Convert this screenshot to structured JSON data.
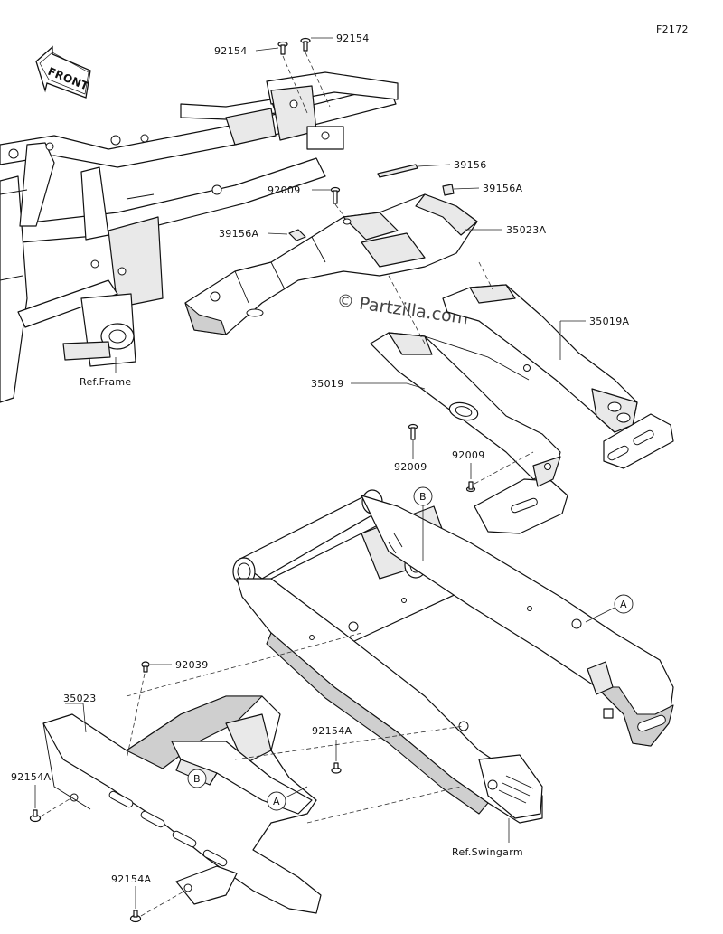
{
  "figure_code": "F2172",
  "front_label": "FRONT",
  "watermark": "© Partzilla.com",
  "reference_labels": {
    "frame": "Ref.Frame",
    "swingarm": "Ref.Swingarm"
  },
  "callouts": [
    {
      "id": "bolt_left_top",
      "part": "92154"
    },
    {
      "id": "bolt_right_top",
      "part": "92154"
    },
    {
      "id": "pad_long",
      "part": "39156"
    },
    {
      "id": "pad_small_right",
      "part": "39156A"
    },
    {
      "id": "bolt_under_seat",
      "part": "92009"
    },
    {
      "id": "pad_small_left",
      "part": "39156A"
    },
    {
      "id": "tray",
      "part": "35023A"
    },
    {
      "id": "guard_right",
      "part": "35019A"
    },
    {
      "id": "guard_left",
      "part": "35019"
    },
    {
      "id": "bolt_guard_1",
      "part": "92009"
    },
    {
      "id": "bolt_guard_2",
      "part": "92009"
    },
    {
      "id": "clip",
      "part": "92039"
    },
    {
      "id": "chain_guard",
      "part": "35023"
    },
    {
      "id": "bolt_cg_left",
      "part": "92154A"
    },
    {
      "id": "bolt_cg_mid",
      "part": "92154A"
    },
    {
      "id": "bolt_cg_bottom",
      "part": "92154A"
    }
  ],
  "markers": {
    "a_swingarm": "A",
    "a_chainguard": "A",
    "b_swingarm": "B",
    "b_chainguard": "B"
  }
}
